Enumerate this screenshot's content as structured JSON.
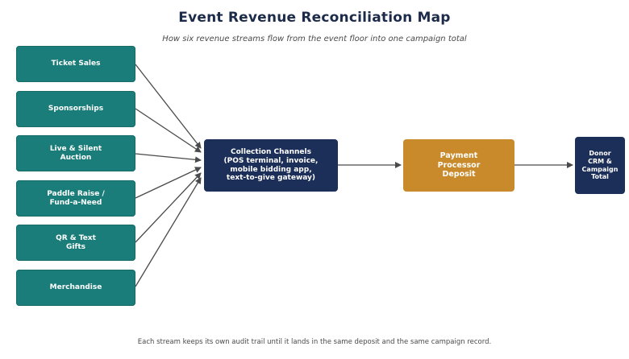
{
  "diagram": {
    "title": "Event Revenue Reconciliation Map",
    "subtitle": "How six revenue streams flow from the event floor into one campaign total",
    "footer": "Each stream keeps its own audit trail until it lands in the same deposit and the same campaign record.",
    "sources": [
      {
        "label": "Ticket Sales"
      },
      {
        "label": "Sponsorships"
      },
      {
        "label": "Live & Silent\nAuction"
      },
      {
        "label": "Paddle Raise /\nFund-a-Need"
      },
      {
        "label": "QR & Text\nGifts"
      },
      {
        "label": "Merchandise"
      }
    ],
    "collection": {
      "label": "Collection Channels\n(POS terminal, invoice,\nmobile bidding app,\ntext-to-give gateway)"
    },
    "payment": {
      "label": "Payment\nProcessor\nDeposit"
    },
    "donor": {
      "label": "Donor\nCRM &\nCampaign\nTotal"
    },
    "colors": {
      "source": "#1b7d79",
      "collection": "#1c2f58",
      "payment": "#c88a2a",
      "donor": "#1c2f58",
      "arrow": "#4a4a4a"
    }
  }
}
